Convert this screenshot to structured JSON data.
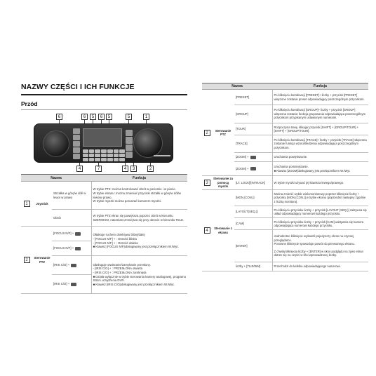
{
  "left": {
    "section_title": "NAZWY CZĘŚCI I ICH FUNKCJE",
    "subtitle": "Przód",
    "callouts_top": [
      "6",
      "6",
      "5",
      "6",
      "5",
      "5",
      "1"
    ],
    "callouts_bottom": [
      "4",
      "7",
      "4",
      "3",
      "2"
    ],
    "table": {
      "col_name": "Nazwa",
      "col_function": "Funkcja",
      "rows": [
        {
          "num": "1",
          "cat": "Joystick",
          "items": [
            {
              "btn": "Strzałka w górę/w dół/ w lewo/ w prawo",
              "func": [
                "W trybie PTZ: można kontrolować obrót w poziomie i w pionie.",
                "W trybie ekranu: można zmieniać przyciski strzałki w górę/w dół/w lewo/w prawo.",
                "W trybie myszki można poruszać kursorem myszki."
              ]
            },
            {
              "btn": "Obrót",
              "func": [
                "W trybie PTZ ekran się powiększa poprzez obrót w kierunku SZEROKIM, natomiast zmniejsza się przy obrocie w kierunku TELE."
              ]
            }
          ]
        },
        {
          "num": "2",
          "cat": "Sterowanie PTZ",
          "items": [
            {
              "btn": "[FOCUS N/F] + ",
              "func": [
                "Ołtaktuje ruchem obiektywu bliżej/dalej",
                "- [FOCUS N/F] + : Ostrość bliska",
                "- [FOCUS N/F] + : Ostrość daleka",
                "■ Klawisz [FOCUS N/F]obsługiwany jest przełącznikiem W./Wyt."
              ]
            },
            {
              "btn": "[FOCUS N/F] + ",
              "func": []
            },
            {
              "btn": "[IRIS C/O] + ",
              "func": [
                "Obsługuje otwieranie/zamykanie przesłony.",
                "- [IRIS C/O] + : PRZESŁONA otwarta",
                "- [IRIS C/O] + : PRZESŁONA zamknięta",
                "■ Działa wyłącznie w trybie sterowania kamery analogowej, programu SSM i urządzenia DVR.",
                "■ Klawisz [IRIS C/O]obsługiwany jest przełącznikiem W./Wyt."
              ]
            },
            {
              "btn": "[IRIS C/O] + ",
              "func": []
            }
          ]
        }
      ]
    }
  },
  "right": {
    "table": {
      "col_name": "Nazwa",
      "col_function": "Funkcja",
      "groups": [
        {
          "num": "2",
          "cat": "Sterowanie PTZ",
          "items": [
            {
              "btn": "[PRESET]",
              "func": "Po kliknięciu kombinacji [PRESET]+ liczby + przycisk [PRESET] włączone zostanie preset odpowiadający poszczególnym przyciskom."
            },
            {
              "btn": "[GROUP]",
              "func": "Po kliknięciu kombinacji [GROUP]+ liczby + przycisk [GROUP] włączona zostanie funkcja grupowania odpowiadająca poszczególnym przyciskom przypisanym ustawionym numerami."
            },
            {
              "btn": "[TOUR]",
              "func": "Rozpoczyna trasę, klikając przycisk [SHIFT] + [GROUP/TOUR] + [SHIFT] + [GROUP/TOUR]."
            },
            {
              "btn": "[TRACE]",
              "func": "Po kliknięciu kombinacji [TRACE]+ liczby + przycisk [TRACE] włączona zostanie funkcja wzoru/śledzenia odpowiadająca poszczególnym przyciskom."
            },
            {
              "btn": "[ZOOM] + ",
              "func": "Uruchamia powiększanie."
            },
            {
              "btn": "[ZOOM] + ",
              "func": "Uruchamia pomniejszanie.\n■ Klawisz [ZOOM]obsługiwany jest przełącznikiem W./Wyt."
            }
          ]
        },
        {
          "num": "3",
          "cat": "Sterowanie za pomocą myszki",
          "items": [
            {
              "btn": "[LT. LOCK]/[INTRACK]",
              "func": "W trybie myszki używać jej klawisza lewego/prawego."
            }
          ]
        },
        {
          "num": "4",
          "cat": "Sterowanie z ekranu",
          "items": [
            {
              "btn": "[MON.(CON.)]",
              "func": "Można zmienić wybór wielomonitorowy poprzez kliknięcie liczby + przycisku [MON.(CON.)] w trybie ekranu (poprzedni/ następny zgodnie z liczbą monitora)."
            },
            {
              "btn": "[LAYOUT(SEQ.)]",
              "func": "Po kliknięciu przycisku liczby + przycisk [LAYOUT (SEQ.)] zaktywna się układ odpowiadający numerowi każdego przycisku."
            },
            {
              "btn": "[CAM]",
              "func": "Po kliknięciu przycisku liczby + przycisk [CAM] uaktywnia się kamera odpowiadająca numerowi każdego przycisku."
            },
            {
              "btn": "[ENTER]",
              "func": "Jednokrotne kliknięcie wyświetli pojedynczy ekran na czynnej przeglądarce.\nPonowne kliknięcie spowoduje powrót do pierwotnego ekranu.\n\nZ chwilą kliknięcia liczby + [ENTER] w okno podglądu na żywo ekran dotrze się na części w liści wprowadzonej liczby."
            },
            {
              "btn": "liczby + [TILE/WM]",
              "func": "Przechodzi do kafelka odpowiadającego numerowi."
            }
          ]
        }
      ]
    }
  }
}
